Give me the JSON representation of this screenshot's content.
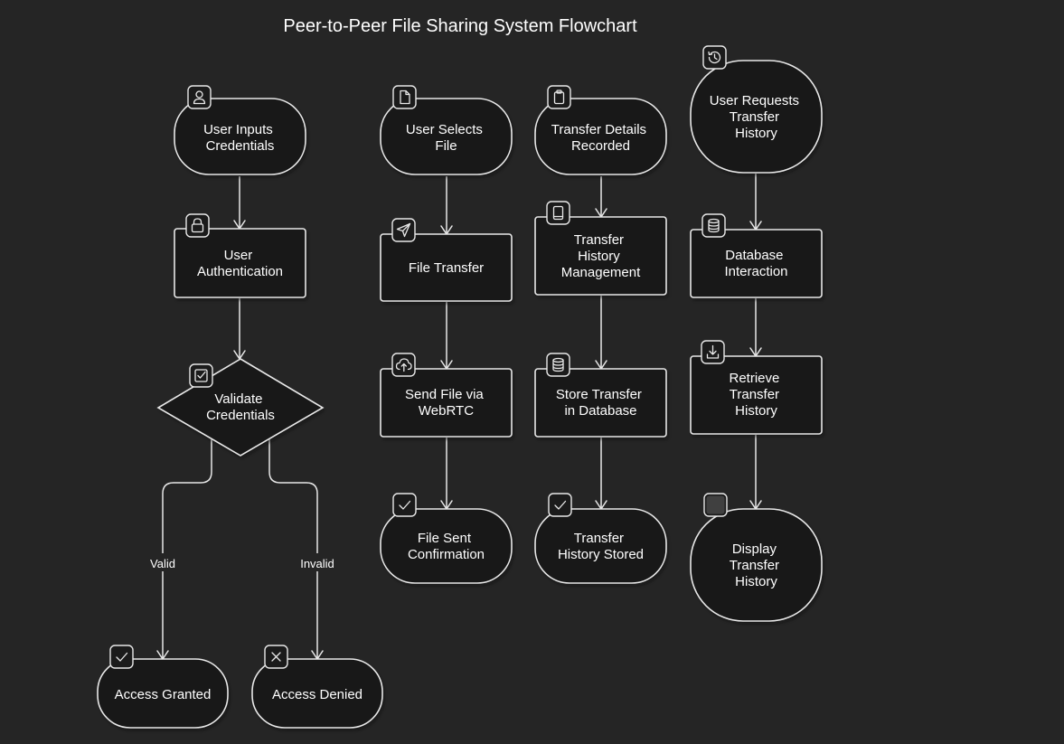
{
  "title": "Peer-to-Peer File Sharing System Flowchart",
  "nodes": {
    "user_inputs": "User Inputs\nCredentials",
    "user_auth": "User\nAuthentication",
    "validate": "Validate\nCredentials",
    "access_granted": "Access Granted",
    "access_denied": "Access Denied",
    "select_file": "User Selects\nFile",
    "file_transfer": "File Transfer",
    "send_webrtc": "Send File via\nWebRTC",
    "file_sent": "File Sent\nConfirmation",
    "details_recorded": "Transfer Details\nRecorded",
    "history_mgmt": "Transfer\nHistory\nManagement",
    "store_db": "Store Transfer\nin Database",
    "history_stored": "Transfer\nHistory Stored",
    "user_requests": "User Requests\nTransfer\nHistory",
    "db_interaction": "Database\nInteraction",
    "retrieve": "Retrieve\nTransfer\nHistory",
    "display": "Display\nTransfer\nHistory"
  },
  "edge_labels": {
    "valid": "Valid",
    "invalid": "Invalid"
  },
  "icons": {
    "user_inputs": "user-icon",
    "user_auth": "lock-icon",
    "validate": "checkbox-icon",
    "access_granted": "check-icon",
    "access_denied": "x-icon",
    "select_file": "file-icon",
    "file_transfer": "send-icon",
    "send_webrtc": "cloud-upload-icon",
    "file_sent": "check-icon",
    "details_recorded": "clipboard-icon",
    "history_mgmt": "tablet-icon",
    "store_db": "database-icon",
    "history_stored": "check-icon",
    "user_requests": "history-icon",
    "db_interaction": "database-icon",
    "retrieve": "download-icon",
    "display": "square-icon"
  },
  "colors": {
    "background": "#252525",
    "node_fill": "#181818",
    "stroke": "#e8e8e8",
    "text": "#ffffff"
  }
}
